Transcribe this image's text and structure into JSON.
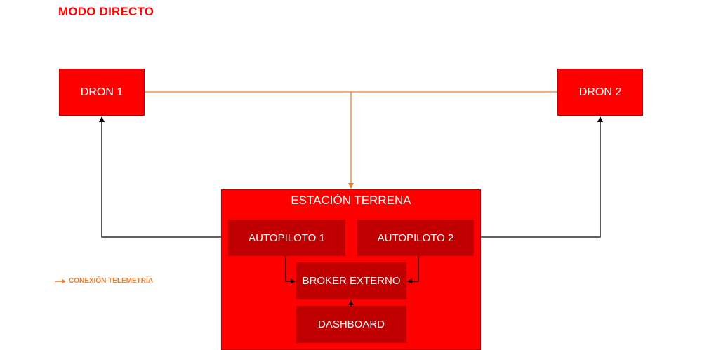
{
  "title": "MODO DIRECTO",
  "nodes": {
    "dron1": "DRON 1",
    "dron2": "DRON 2",
    "station": "ESTACIÓN TERRENA",
    "autopilot1": "AUTOPILOTO 1",
    "autopilot2": "AUTOPILOTO 2",
    "broker": "BROKER EXTERNO",
    "dashboard": "DASHBOARD"
  },
  "legend": {
    "label": "CONEXIÓN TELEMETRÍA",
    "color": "#ed7d31"
  },
  "colors": {
    "title": "#ff0000",
    "node_fill": "#ff0000",
    "inner_fill": "#c00000",
    "telemetry_line": "#ed7d31",
    "control_line": "#000000"
  }
}
